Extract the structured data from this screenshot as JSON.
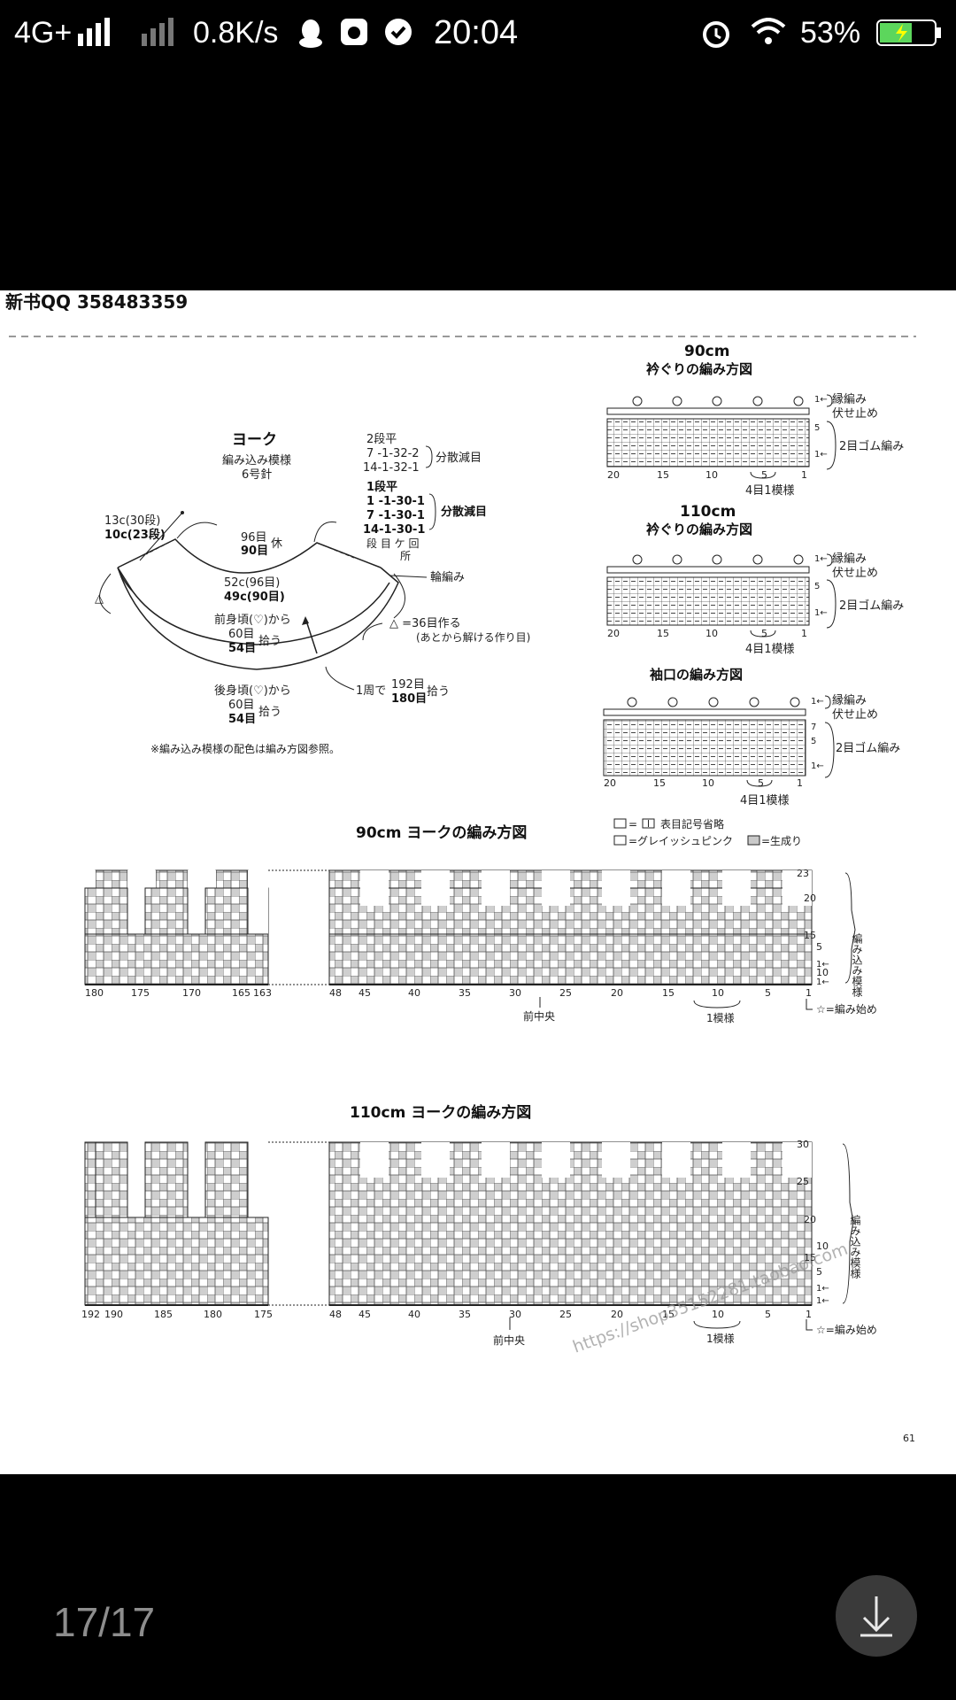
{
  "status_bar": {
    "network": "4G+",
    "speed": "0.8K/s",
    "time": "20:04",
    "battery": "53%"
  },
  "watermark_header": "新书QQ 358483359",
  "yoke": {
    "title": "ヨーク",
    "sub1": "編み込み模様",
    "sub2": "6号針",
    "dec_a": [
      "2段平",
      "7 -1-32-2",
      "14-1-32-1"
    ],
    "dec_a_label": "分散減目",
    "dec_b": [
      "1段平",
      "1 -1-30-1",
      "7 -1-30-1",
      "14-1-30-1"
    ],
    "dec_b_label": "分散減目",
    "dec_b_note": "段 目 ケ 回",
    "dec_b_note2": "所",
    "side_1": "13c(30段)",
    "side_2": "10c(23段)",
    "neck_1": "96目",
    "neck_2": "90目",
    "neck_rest": "休",
    "ring": "輪編み",
    "mid_1": "52c(96目)",
    "mid_2": "49c(90目)",
    "front_1": "前身頃(♡)から",
    "front_2": "60目",
    "front_3": "54目",
    "front_pick": "拾う",
    "cast_1": "△ =36目作る",
    "cast_2": "(あとから解ける作り目)",
    "round_1": "1周で",
    "round_2": "192目",
    "round_3": "180目",
    "round_pick": "拾う",
    "back_1": "後身頃(♡)から",
    "back_2": "60目",
    "back_3": "54目",
    "back_pick": "拾う",
    "note": "※編み込み模様の配色は編み方図参照。"
  },
  "neck_chart_90": {
    "size": "90cm",
    "title": "衿ぐりの編み方図",
    "labels": [
      "縁編み",
      "伏せ止め",
      "2目ゴム編み"
    ],
    "row_marks": [
      "1←",
      "5",
      "1←"
    ],
    "x_ticks": [
      "20",
      "15",
      "10",
      "5",
      "1"
    ],
    "repeat": "4目1模様"
  },
  "neck_chart_110": {
    "size": "110cm",
    "title": "衿ぐりの編み方図",
    "labels": [
      "縁編み",
      "伏せ止め",
      "2目ゴム編み"
    ],
    "row_marks": [
      "1←",
      "5",
      "1←"
    ],
    "x_ticks": [
      "20",
      "15",
      "10",
      "5",
      "1"
    ],
    "repeat": "4目1模様"
  },
  "cuff_chart": {
    "title": "袖口の編み方図",
    "labels": [
      "縁編み",
      "伏せ止め",
      "2目ゴム編み"
    ],
    "row_marks": [
      "1←",
      "7",
      "5",
      "1←"
    ],
    "x_ticks": [
      "20",
      "15",
      "10",
      "5",
      "1"
    ],
    "repeat": "4目1模様"
  },
  "legend": {
    "item1": "=",
    "item1_text": "表目記号省略",
    "item2_text": "=グレイッシュピンク",
    "item3_text": "=生成り"
  },
  "yoke_chart_90": {
    "title": "90cm ヨークの編み方図",
    "left_ticks": [
      "180",
      "175",
      "170",
      "165",
      "163"
    ],
    "right_ticks": [
      "48",
      "45",
      "40",
      "35",
      "30",
      "25",
      "20",
      "15",
      "10",
      "5",
      "1"
    ],
    "row_ticks": [
      "23",
      "20",
      "15",
      "10",
      "5",
      "1←",
      "1←"
    ],
    "side_label": "編み込み模様",
    "center": "前中央",
    "repeat": "1模様",
    "start": "☆=編み始め"
  },
  "yoke_chart_110": {
    "title": "110cm ヨークの編み方図",
    "left_ticks": [
      "192",
      "190",
      "185",
      "180",
      "175"
    ],
    "right_ticks": [
      "48",
      "45",
      "40",
      "35",
      "30",
      "25",
      "20",
      "15",
      "10",
      "5",
      "1"
    ],
    "row_ticks": [
      "30",
      "25",
      "20",
      "15",
      "10",
      "5",
      "1←",
      "1←"
    ],
    "side_label": "編み込み模様",
    "center": "前中央",
    "repeat": "1模様",
    "start": "☆=編み始め"
  },
  "page_number": "61",
  "watermark_url": "https://shop35152281.taobao.com",
  "viewer": {
    "counter": "17/17"
  },
  "colors": {
    "grey_pink": "#c9c9c9",
    "background": "#000000",
    "page": "#ffffff"
  }
}
